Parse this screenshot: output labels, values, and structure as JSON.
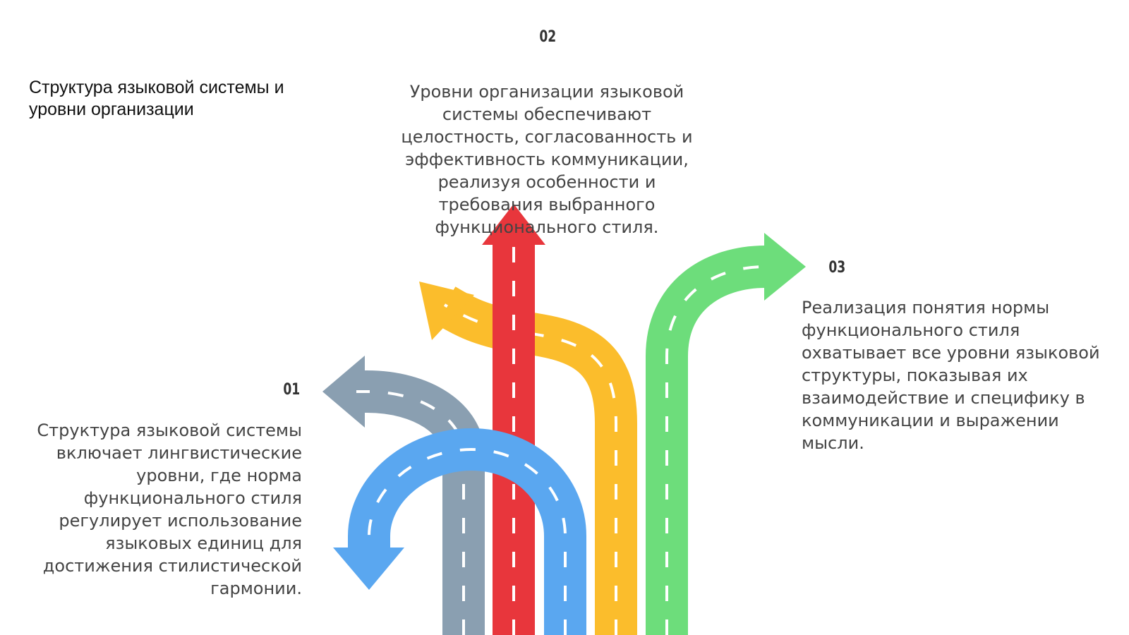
{
  "title": "Структура языковой системы и уровни организации",
  "items": [
    {
      "number": "01",
      "text": "Структура языковой системы включает лингвистические уровни, где норма функционального стиля регулирует использование языковых единиц для достижения стилистической гармонии."
    },
    {
      "number": "02",
      "text": "Уровни организации языковой системы обеспечивают целостность, согласованность и эффективность коммуникации, реализуя особенности и требования выбранного функционального стиля."
    },
    {
      "number": "03",
      "text": "Реализация понятия нормы функционального стиля охватывает все уровни языковой структуры, показывая их взаимодействие и специфику в коммуникации и выражении мысли."
    }
  ],
  "colors": {
    "gray_arrow": "#8a9fb1",
    "blue_arrow": "#5aa7f0",
    "red_arrow": "#e8363c",
    "yellow_arrow": "#fbbd2c",
    "green_arrow": "#6ddd7b"
  },
  "icons": {
    "gray": "curved-left-arrow-icon",
    "blue": "u-turn-down-arrow-icon",
    "red": "straight-up-arrow-icon",
    "yellow": "curved-up-left-arrow-icon",
    "green": "curved-up-right-arrow-icon"
  }
}
